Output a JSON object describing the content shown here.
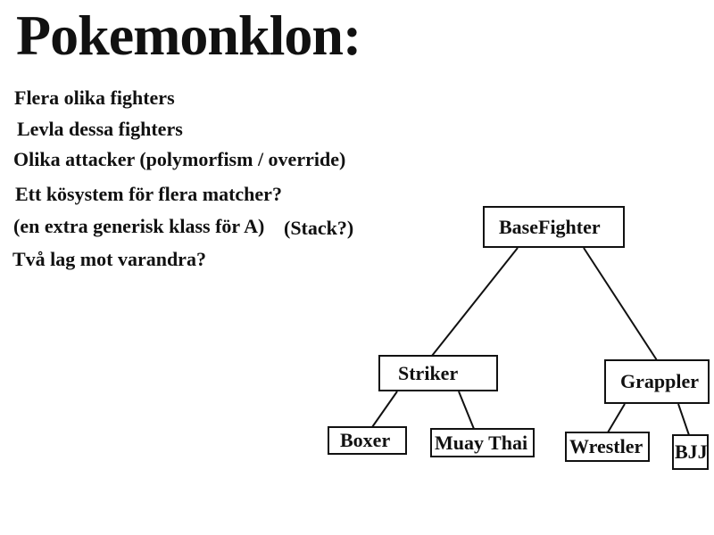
{
  "slide": {
    "title": "Pokemonklon:",
    "lines": {
      "l1": "Flera olika fighters",
      "l2": "Levla dessa fighters",
      "l3": "Olika attacker (polymorfism / override)",
      "l4": "Ett kösystem för flera matcher?",
      "l5": "(en extra generisk klass för A)",
      "l5b": "(Stack?)",
      "l6": "Två lag mot varandra?"
    }
  },
  "diagram": {
    "nodes": {
      "base": "BaseFighter",
      "striker": "Striker",
      "grappler": "Grappler",
      "boxer": "Boxer",
      "muaythai": "Muay Thai",
      "wrestler": "Wrestler",
      "bjj": "BJJ"
    },
    "edges": [
      [
        "base",
        "striker"
      ],
      [
        "base",
        "grappler"
      ],
      [
        "striker",
        "boxer"
      ],
      [
        "striker",
        "muaythai"
      ],
      [
        "grappler",
        "wrestler"
      ],
      [
        "grappler",
        "bjj"
      ]
    ],
    "line_color": "#111111"
  }
}
